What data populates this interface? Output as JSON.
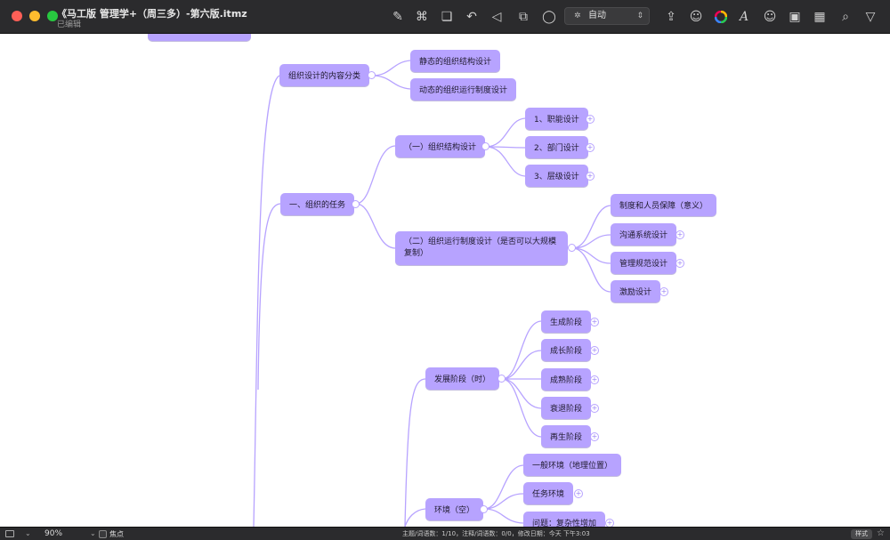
{
  "window": {
    "title": "《马工版 管理学+（周三多）-第六版.itmz",
    "subtitle": "已编辑"
  },
  "toolbar": {
    "style_select_value": "自动",
    "icons": [
      "note-icon",
      "relation-icon",
      "boundary-icon",
      "undo-arrow-icon",
      "topic-icon",
      "subtopic-icon",
      "callout-icon",
      "share-icon",
      "theme-icon",
      "color-wheel-icon",
      "font-icon",
      "emoji-icon",
      "image-icon",
      "table-icon",
      "search-icon",
      "filter-icon"
    ]
  },
  "mindmap": {
    "nodes": {
      "n_content": "组织设计的内容分类",
      "n_static": "静态的组织结构设计",
      "n_dynamic": "动态的组织运行制度设计",
      "n_task": "一、组织的任务",
      "n_structure": "（一）组织结构设计",
      "n_func": "1、职能设计",
      "n_dept": "2、部门设计",
      "n_level": "3、层级设计",
      "n_system": "（二）组织运行制度设计（是否可以大规模复制）",
      "n_personnel": "制度和人员保障（意义）",
      "n_comm": "沟通系统设计",
      "n_mgmt": "管理规范设计",
      "n_incent": "激励设计",
      "n_dev": "发展阶段（时）",
      "n_birth": "生成阶段",
      "n_growth": "成长阶段",
      "n_mature": "成熟阶段",
      "n_decline": "衰退阶段",
      "n_rebirth": "再生阶段",
      "n_env": "环境（空）",
      "n_general": "一般环境（地理位置）",
      "n_taskenv": "任务环境",
      "n_issue": "问题：复杂性增加"
    }
  },
  "statusbar": {
    "zoom": "90%",
    "focus_label": "焦点",
    "stats": "主题/词语数：1/10，注释/词语数：0/0，修改日期：今天 下午3:03",
    "style_button": "样式"
  },
  "colors": {
    "node_fill": "#b7a3ff",
    "link_stroke": "#b7a3ff",
    "chrome": "#2b2b2d"
  }
}
